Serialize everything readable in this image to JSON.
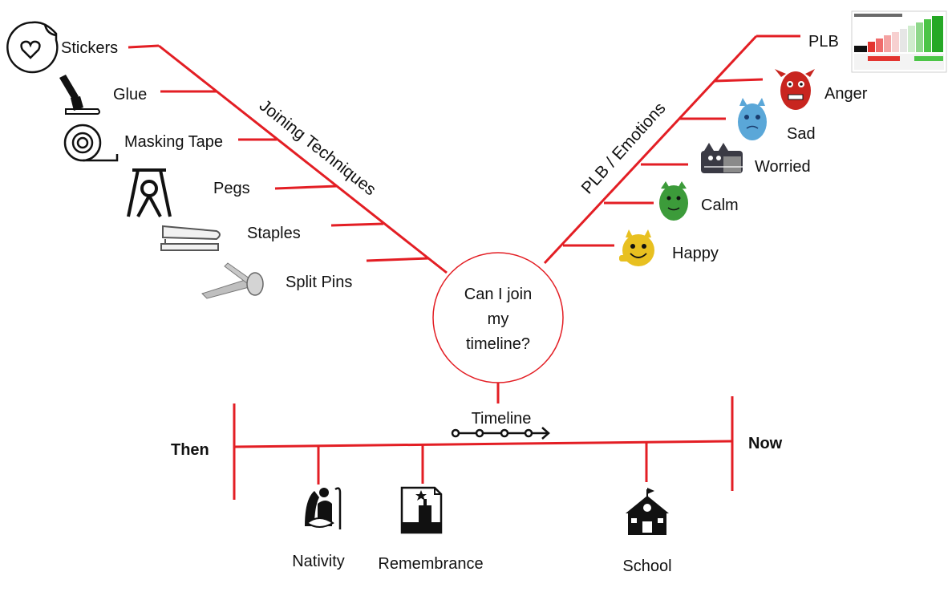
{
  "center_question": [
    "Can I join",
    "my",
    "timeline?"
  ],
  "left_branch": {
    "title": "Joining Techniques",
    "items": [
      {
        "label": "Stickers",
        "icon": "sticker-icon"
      },
      {
        "label": "Glue",
        "icon": "glue-brush-icon"
      },
      {
        "label": "Masking Tape",
        "icon": "tape-roll-icon"
      },
      {
        "label": "Pegs",
        "icon": "peg-icon"
      },
      {
        "label": "Staples",
        "icon": "stapler-icon"
      },
      {
        "label": "Split Pins",
        "icon": "split-pin-icon"
      }
    ]
  },
  "right_branch": {
    "title": "PLB / Emotions",
    "items": [
      {
        "label": "PLB",
        "icon": "plb-tracker-icon"
      },
      {
        "label": "Anger",
        "icon": "red-monster-icon"
      },
      {
        "label": "Sad",
        "icon": "blue-monster-icon"
      },
      {
        "label": "Worried",
        "icon": "grey-monster-icon"
      },
      {
        "label": "Calm",
        "icon": "green-monster-icon"
      },
      {
        "label": "Happy",
        "icon": "yellow-monster-icon"
      }
    ]
  },
  "timeline": {
    "title": "Timeline",
    "start_label": "Then",
    "end_label": "Now",
    "events": [
      {
        "label": "Nativity",
        "icon": "nativity-icon"
      },
      {
        "label": "Remembrance",
        "icon": "remembrance-icon"
      },
      {
        "label": "School",
        "icon": "school-icon"
      }
    ]
  },
  "colors": {
    "line": "#e31e24",
    "text": "#111111",
    "anger": "#c8251f",
    "sad": "#5aa7d8",
    "worried": "#3a3a44",
    "calm": "#3c9b3a",
    "happy": "#e8c020"
  }
}
